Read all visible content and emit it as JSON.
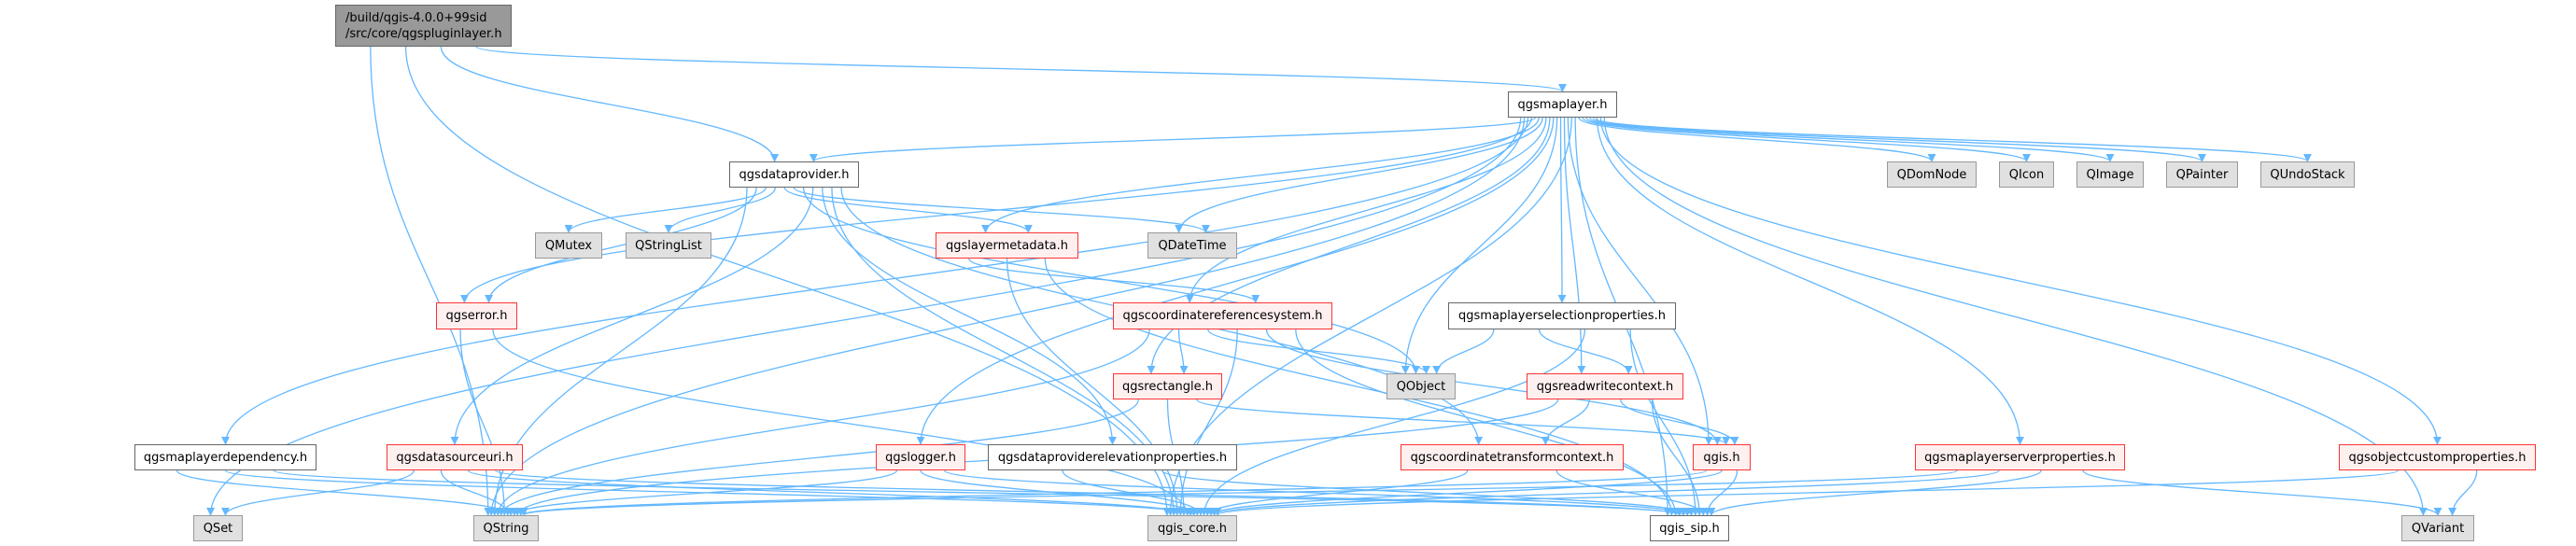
{
  "graph": {
    "root": {
      "line1": "/build/qgis-4.0.0+99sid",
      "line2": "/src/core/qgspluginlayer.h"
    },
    "edge_color": "#63b8ff",
    "nodes": {
      "qgsmaplayer": {
        "label": "qgsmaplayer.h",
        "kind": "plain"
      },
      "qgsdataprovider": {
        "label": "qgsdataprovider.h",
        "kind": "plain"
      },
      "QDomNode": {
        "label": "QDomNode",
        "kind": "ext"
      },
      "QIcon": {
        "label": "QIcon",
        "kind": "ext"
      },
      "QImage": {
        "label": "QImage",
        "kind": "ext"
      },
      "QPainter": {
        "label": "QPainter",
        "kind": "ext"
      },
      "QUndoStack": {
        "label": "QUndoStack",
        "kind": "ext"
      },
      "QMutex": {
        "label": "QMutex",
        "kind": "ext"
      },
      "QStringList": {
        "label": "QStringList",
        "kind": "ext"
      },
      "qgslayermetadata": {
        "label": "qgslayermetadata.h",
        "kind": "red"
      },
      "QDateTime": {
        "label": "QDateTime",
        "kind": "ext"
      },
      "qgserror": {
        "label": "qgserror.h",
        "kind": "red"
      },
      "qgscrs": {
        "label": "qgscoordinatereferencesystem.h",
        "kind": "red"
      },
      "qgsmaplayerselectionproperties": {
        "label": "qgsmaplayerselectionproperties.h",
        "kind": "plain"
      },
      "qgsrectangle": {
        "label": "qgsrectangle.h",
        "kind": "red"
      },
      "QObject": {
        "label": "QObject",
        "kind": "ext"
      },
      "qgsreadwritecontext": {
        "label": "qgsreadwritecontext.h",
        "kind": "red"
      },
      "qgsmaplayerdependency": {
        "label": "qgsmaplayerdependency.h",
        "kind": "plain"
      },
      "qgsdatasourceuri": {
        "label": "qgsdatasourceuri.h",
        "kind": "red"
      },
      "qgslogger": {
        "label": "qgslogger.h",
        "kind": "red"
      },
      "qgsdataproviderelevationproperties": {
        "label": "qgsdataproviderelevationproperties.h",
        "kind": "plain"
      },
      "qgscoordinatetransformcontext": {
        "label": "qgscoordinatetransformcontext.h",
        "kind": "red"
      },
      "qgis": {
        "label": "qgis.h",
        "kind": "red"
      },
      "qgsmaplayerserverproperties": {
        "label": "qgsmaplayerserverproperties.h",
        "kind": "red"
      },
      "qgsobjectcustomproperties": {
        "label": "qgsobjectcustomproperties.h",
        "kind": "red"
      },
      "QSet": {
        "label": "QSet",
        "kind": "ext"
      },
      "QString": {
        "label": "QString",
        "kind": "ext"
      },
      "qgis_core": {
        "label": "qgis_core.h",
        "kind": "ext"
      },
      "qgis_sip": {
        "label": "qgis_sip.h",
        "kind": "plain"
      },
      "QVariant": {
        "label": "QVariant",
        "kind": "ext"
      }
    },
    "edges": [
      [
        "root",
        "QString"
      ],
      [
        "root",
        "qgis_core"
      ],
      [
        "root",
        "qgsdataprovider"
      ],
      [
        "root",
        "qgsmaplayer"
      ],
      [
        "qgsmaplayer",
        "QSet"
      ],
      [
        "qgsmaplayer",
        "QString"
      ],
      [
        "qgsmaplayer",
        "qgsmaplayerdependency"
      ],
      [
        "qgsmaplayer",
        "qgserror"
      ],
      [
        "qgsmaplayer",
        "qgsdataprovider"
      ],
      [
        "qgsmaplayer",
        "qgslayermetadata"
      ],
      [
        "qgsmaplayer",
        "QDateTime"
      ],
      [
        "qgsmaplayer",
        "qgscrs"
      ],
      [
        "qgsmaplayer",
        "qgsrectangle"
      ],
      [
        "qgsmaplayer",
        "qgslogger"
      ],
      [
        "qgsmaplayer",
        "QObject"
      ],
      [
        "qgsmaplayer",
        "qgsmaplayerselectionproperties"
      ],
      [
        "qgsmaplayer",
        "qgsreadwritecontext"
      ],
      [
        "qgsmaplayer",
        "qgis"
      ],
      [
        "qgsmaplayer",
        "qgis_core"
      ],
      [
        "qgsmaplayer",
        "qgis_sip"
      ],
      [
        "qgsmaplayer",
        "QDomNode"
      ],
      [
        "qgsmaplayer",
        "QIcon"
      ],
      [
        "qgsmaplayer",
        "QImage"
      ],
      [
        "qgsmaplayer",
        "QPainter"
      ],
      [
        "qgsmaplayer",
        "QUndoStack"
      ],
      [
        "qgsmaplayer",
        "qgsmaplayerserverproperties"
      ],
      [
        "qgsmaplayer",
        "qgsobjectcustomproperties"
      ],
      [
        "qgsmaplayer",
        "QVariant"
      ],
      [
        "qgsdataprovider",
        "QString"
      ],
      [
        "qgsdataprovider",
        "qgserror"
      ],
      [
        "qgsdataprovider",
        "QMutex"
      ],
      [
        "qgsdataprovider",
        "QStringList"
      ],
      [
        "qgsdataprovider",
        "qgslayermetadata"
      ],
      [
        "qgsdataprovider",
        "QDateTime"
      ],
      [
        "qgsdataprovider",
        "QObject"
      ],
      [
        "qgsdataprovider",
        "qgsdatasourceuri"
      ],
      [
        "qgsdataprovider",
        "qgsdataproviderelevationproperties"
      ],
      [
        "qgsdataprovider",
        "qgis_core"
      ],
      [
        "qgsdataprovider",
        "qgscoordinatetransformcontext"
      ],
      [
        "qgslayermetadata",
        "qgscrs"
      ],
      [
        "qgslayermetadata",
        "qgis_core"
      ],
      [
        "qgslayermetadata",
        "qgis_sip"
      ],
      [
        "qgscrs",
        "QString"
      ],
      [
        "qgscrs",
        "qgsrectangle"
      ],
      [
        "qgscrs",
        "QObject"
      ],
      [
        "qgscrs",
        "qgis_core"
      ],
      [
        "qgscrs",
        "qgis"
      ],
      [
        "qgscrs",
        "qgis_sip"
      ],
      [
        "qgsrectangle",
        "QString"
      ],
      [
        "qgsrectangle",
        "qgis_core"
      ],
      [
        "qgsrectangle",
        "qgis"
      ],
      [
        "qgserror",
        "QString"
      ],
      [
        "qgserror",
        "qgis_core"
      ],
      [
        "qgsdatasourceuri",
        "QSet"
      ],
      [
        "qgsdatasourceuri",
        "QString"
      ],
      [
        "qgsdatasourceuri",
        "qgis_core"
      ],
      [
        "qgsdatasourceuri",
        "qgis_sip"
      ],
      [
        "qgsmaplayerdependency",
        "QString"
      ],
      [
        "qgsmaplayerdependency",
        "qgis_core"
      ],
      [
        "qgsmaplayerdependency",
        "qgis_sip"
      ],
      [
        "qgslogger",
        "QString"
      ],
      [
        "qgslogger",
        "qgis_core"
      ],
      [
        "qgslogger",
        "qgis_sip"
      ],
      [
        "qgsdataproviderelevationproperties",
        "qgis_core"
      ],
      [
        "qgsdataproviderelevationproperties",
        "qgis_sip"
      ],
      [
        "qgsmaplayerselectionproperties",
        "QObject"
      ],
      [
        "qgsmaplayerselectionproperties",
        "qgsreadwritecontext"
      ],
      [
        "qgsmaplayerselectionproperties",
        "qgis_core"
      ],
      [
        "qgsmaplayerselectionproperties",
        "qgis_sip"
      ],
      [
        "qgsreadwritecontext",
        "QString"
      ],
      [
        "qgsreadwritecontext",
        "qgscoordinatetransformcontext"
      ],
      [
        "qgsreadwritecontext",
        "qgis"
      ],
      [
        "qgsreadwritecontext",
        "qgis_sip"
      ],
      [
        "qgscoordinatetransformcontext",
        "qgis_core"
      ],
      [
        "qgscoordinatetransformcontext",
        "qgis_sip"
      ],
      [
        "qgis",
        "QString"
      ],
      [
        "qgis",
        "qgis_core"
      ],
      [
        "qgis",
        "qgis_sip"
      ],
      [
        "qgsmaplayerserverproperties",
        "QString"
      ],
      [
        "qgsmaplayerserverproperties",
        "qgis_core"
      ],
      [
        "qgsmaplayerserverproperties",
        "qgis_sip"
      ],
      [
        "qgsmaplayerserverproperties",
        "QVariant"
      ],
      [
        "qgsobjectcustomproperties",
        "qgis_core"
      ],
      [
        "qgsobjectcustomproperties",
        "QVariant"
      ]
    ]
  }
}
